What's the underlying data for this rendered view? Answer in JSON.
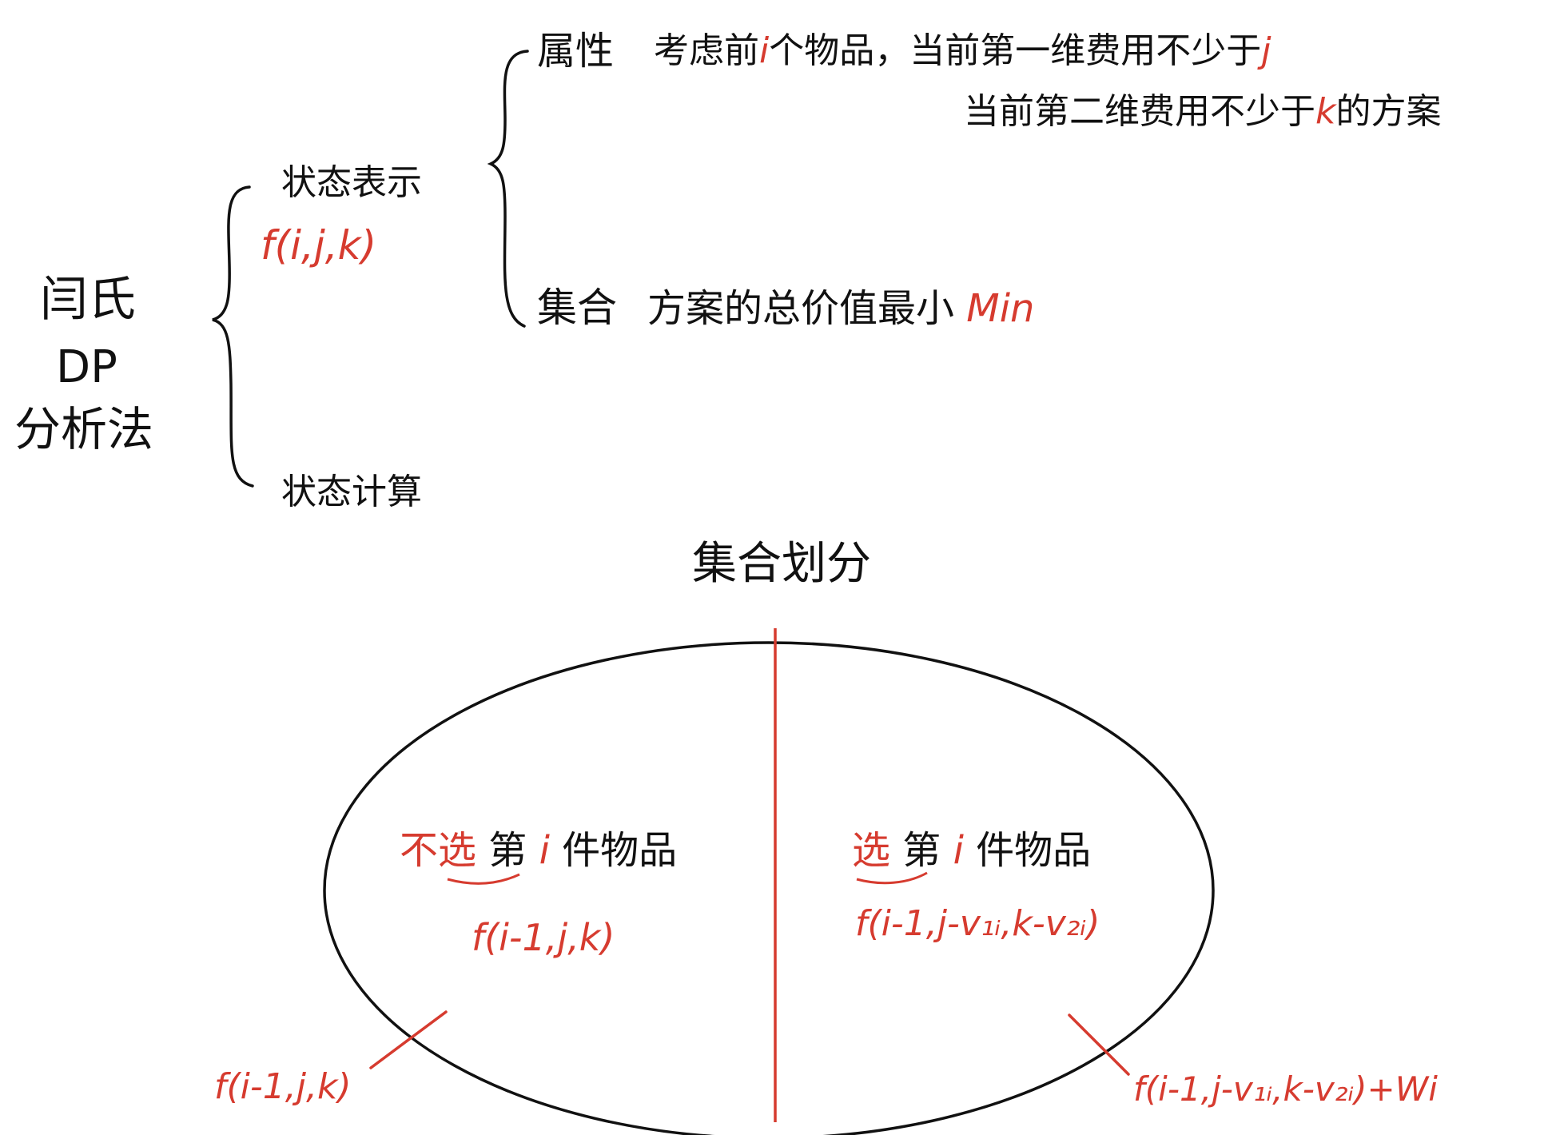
{
  "colors": {
    "ink": "#111111",
    "accent": "#d63b2f"
  },
  "left_title": {
    "line1": "闫氏",
    "line2": "DP",
    "line3": "分析法"
  },
  "state_repr": {
    "label": "状态表示",
    "formula": "f(i,j,k)"
  },
  "state_calc": {
    "label": "状态计算"
  },
  "attribute": {
    "label": "属性",
    "line1_a": "考虑前",
    "line1_i": "i",
    "line1_b": "个物品，当前第一维费用不少于",
    "line1_j": "j",
    "line2_a": "当前第二维费用不少于",
    "line2_k": "k",
    "line2_b": "的方案"
  },
  "collection": {
    "label": "集合",
    "text": "方案的总价值最小",
    "min": "Min"
  },
  "partition": {
    "title": "集合划分",
    "left": {
      "not_select": "不选",
      "rest_a": "第",
      "i": "i",
      "rest_b": "件物品",
      "formula": "f(i-1,j,k)"
    },
    "right": {
      "select": "选",
      "rest_a": "第",
      "i": "i",
      "rest_b": "件物品",
      "formula": "f(i-1,j-v₁ᵢ,k-v₂ᵢ)"
    },
    "left_callout": "f(i-1,j,k)",
    "right_callout": "f(i-1,j-v₁ᵢ,k-v₂ᵢ)+Wi"
  }
}
